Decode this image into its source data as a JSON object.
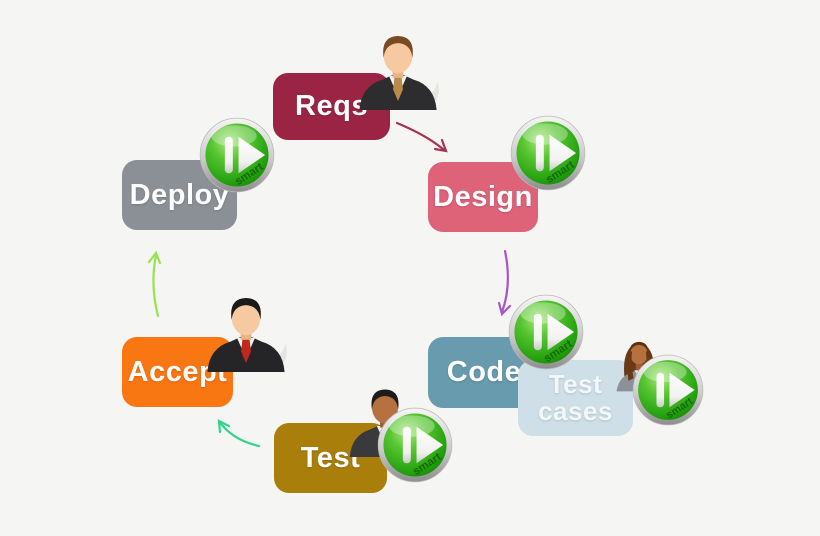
{
  "diagram": {
    "description": "Software development lifecycle flow diagram",
    "background_color": "#f5f5f3",
    "badge": {
      "label": "smart",
      "ball_color": "#3cb524",
      "text_color": "#156a0a"
    },
    "nodes": [
      {
        "id": "reqs",
        "label": "Reqs",
        "color": "#9b2445",
        "icon": "businessman-icon"
      },
      {
        "id": "design",
        "label": "Design",
        "color": "#de6379",
        "icon": "smart-play-badge"
      },
      {
        "id": "deploy",
        "label": "Deploy",
        "color": "#8a9096",
        "icon": "smart-play-badge"
      },
      {
        "id": "accept",
        "label": "Accept",
        "color": "#f97713",
        "icon": "businessman-icon"
      },
      {
        "id": "test",
        "label": "Test",
        "color": "#a97e0b",
        "icon": "businessman-icon, smart-play-badge"
      },
      {
        "id": "code",
        "label": "Code",
        "color": "#679bad",
        "icon": "smart-play-badge"
      },
      {
        "id": "test_cases",
        "label": "Test cases",
        "color": "#cfdfe8",
        "icon": "businesswoman-icon, smart-play-badge"
      }
    ],
    "edges": [
      {
        "from": "Reqs",
        "to": "Design",
        "color": "#a63352"
      },
      {
        "from": "Design",
        "to": "Code",
        "color": "#a855c8"
      },
      {
        "from": "Test",
        "to": "Accept",
        "color": "#31d489"
      },
      {
        "from": "Accept",
        "to": "Deploy",
        "color": "#96e24f"
      }
    ]
  }
}
